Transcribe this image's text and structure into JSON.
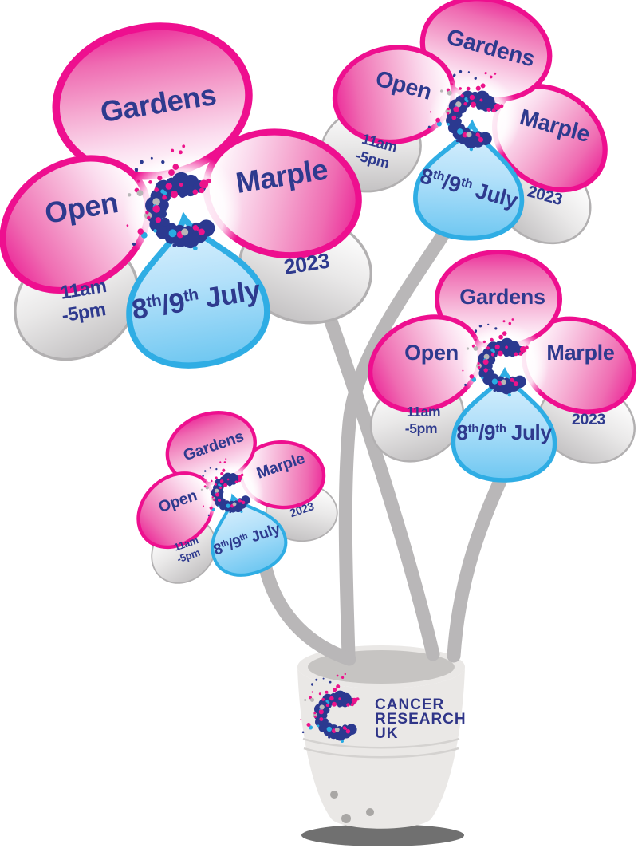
{
  "poster": {
    "flower_labels": {
      "open": "Open",
      "gardens": "Gardens",
      "marple": "Marple",
      "year": "2023",
      "hours1": "11am",
      "hours2": "-5pm",
      "date": {
        "d1": "8",
        "sup1": "th",
        "d2": "/9",
        "sup2": "th",
        "month": "July"
      }
    },
    "pot_logo": {
      "line1": "CANCER",
      "line2": "RESEARCH",
      "line3": "UK"
    },
    "colors": {
      "petal_pink_outline": "#ee0f8f",
      "petal_blue_outline": "#29abe2",
      "text_navy": "#2e3a8e",
      "gray_petal": "#c3c1c2",
      "stem_gray": "#b9b7b8",
      "pot_gray": "#eae8e6",
      "pot_rim_gray": "#c6c4c2",
      "shadow_gray": "#707070",
      "logo_dot_navy": "#2b3990",
      "logo_dot_magenta": "#ec138b",
      "logo_dot_cyan": "#29abe2",
      "logo_dot_gray": "#b9b7b8"
    }
  }
}
